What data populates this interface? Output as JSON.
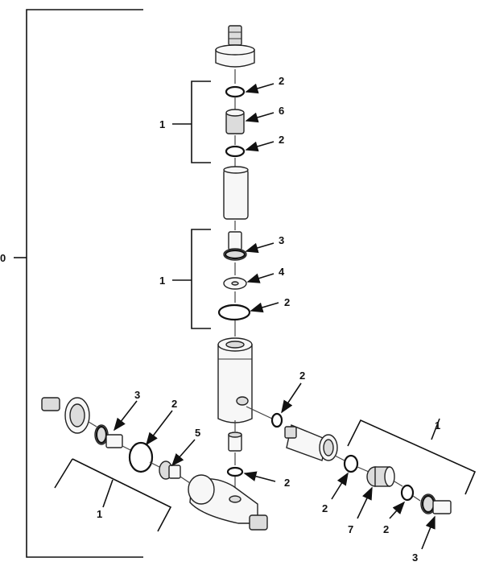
{
  "callouts": {
    "assembly": "0",
    "kit_top": "1",
    "kit_mid": "1",
    "kit_left": "1",
    "kit_right": "1",
    "c_2a": "2",
    "c_6": "6",
    "c_2b": "2",
    "c_3a": "3",
    "c_4": "4",
    "c_2c": "2",
    "c_2d": "2",
    "c_3b": "3",
    "c_2e": "2",
    "c_5": "5",
    "c_2f": "2",
    "c_2g": "2",
    "c_7": "7",
    "c_2h": "2",
    "c_3c": "3"
  }
}
